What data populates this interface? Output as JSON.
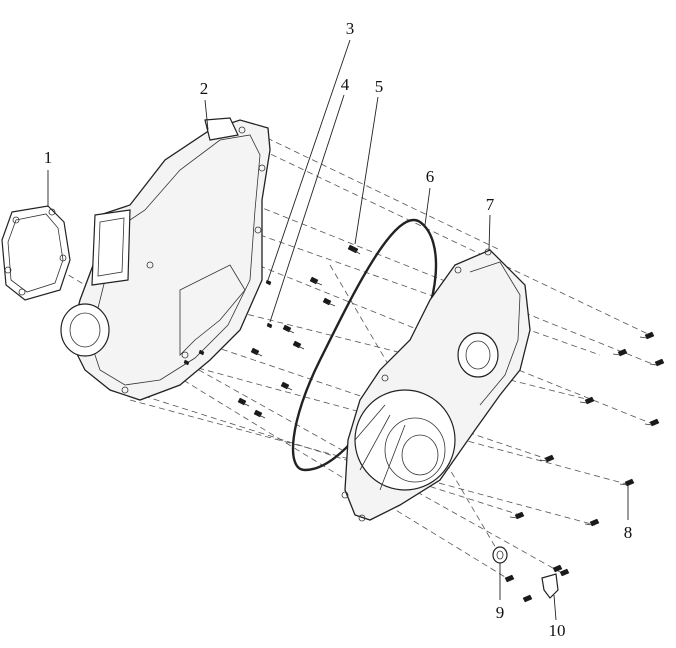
{
  "diagram": {
    "callouts": [
      {
        "id": "c1",
        "text": "1"
      },
      {
        "id": "c2",
        "text": "2"
      },
      {
        "id": "c3",
        "text": "3"
      },
      {
        "id": "c4",
        "text": "4"
      },
      {
        "id": "c5",
        "text": "5"
      },
      {
        "id": "c6",
        "text": "6"
      },
      {
        "id": "c7",
        "text": "7"
      },
      {
        "id": "c8",
        "text": "8"
      },
      {
        "id": "c9",
        "text": "9"
      },
      {
        "id": "c10",
        "text": "10"
      }
    ],
    "colors": {
      "line": "#222222",
      "fill": "#f4f4f4",
      "background": "#ffffff"
    }
  }
}
